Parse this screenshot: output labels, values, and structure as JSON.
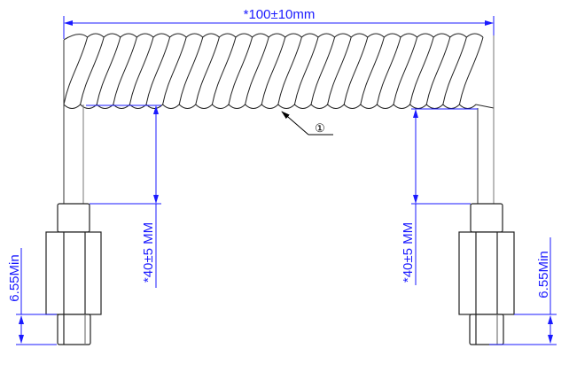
{
  "drawing": {
    "overall_length_label": "*100±10mm",
    "left_leg_length_label": "*40±5 MM",
    "right_leg_length_label": "*40±5 MM",
    "left_thread_min_label": "6.55Min",
    "right_thread_min_label": "6.55Min",
    "part_callout": "①",
    "coil_turns": 25
  },
  "colors": {
    "dimension": "#1a1aff",
    "outline": "#000000"
  }
}
